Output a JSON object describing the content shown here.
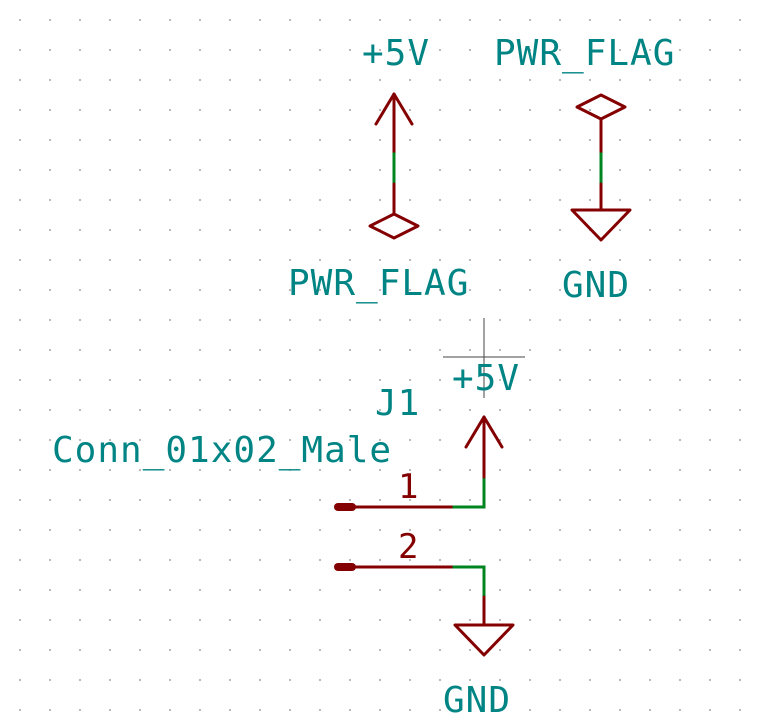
{
  "symbols": {
    "top_5v_label": "+5V",
    "top_pwr_flag_right_label": "PWR_FLAG",
    "top_pwr_flag_left_label": "PWR_FLAG",
    "top_gnd_label": "GND",
    "conn_5v_label": "+5V",
    "conn_gnd_label": "GND"
  },
  "connector": {
    "reference": "J1",
    "value": "Conn_01x02_Male",
    "pins": [
      "1",
      "2"
    ]
  },
  "colors": {
    "symbol": "#840000",
    "wire": "#00841f",
    "text": "#008484",
    "background": "#ffffff",
    "grid": "#b4b4b4"
  }
}
